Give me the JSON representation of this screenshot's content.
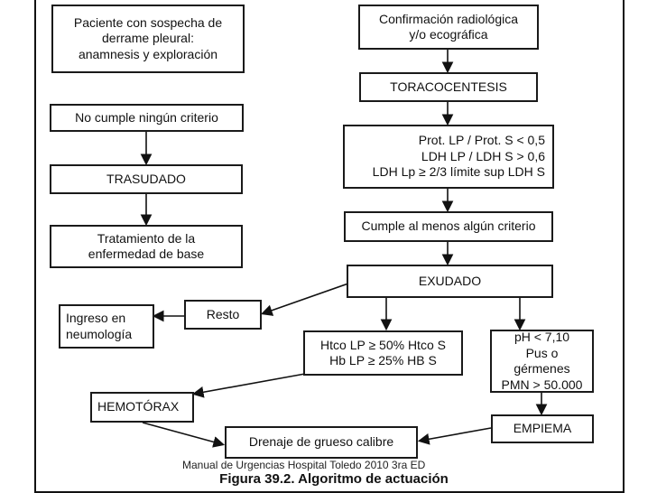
{
  "boxes": {
    "paciente": "Paciente con sospecha de\nderrame pleural:\nanamnesis y exploración",
    "confirmacion": "Confirmación radiológica\ny/o ecográfica",
    "toracocentesis": "TORACOCENTESIS",
    "no_cumple": "No cumple ningún criterio",
    "criterios": "Prot. LP / Prot. S < 0,5\nLDH LP / LDH S > 0,6\nLDH Lp ≥ 2/3 límite sup LDH S",
    "trasudado": "TRASUDADO",
    "cumple": "Cumple al menos algún criterio",
    "tratamiento": "Tratamiento de la\nenfermedad de base",
    "exudado": "EXUDADO",
    "ingreso": "Ingreso en\nneumología",
    "resto": "Resto",
    "hemotorax_criterio": "Htco LP ≥ 50% Htco S\nHb LP ≥ 25% HB S",
    "empiema_criterio": "pH < 7,10\nPus o gérmenes\nPMN > 50.000",
    "hemotorax": "HEMOTÓRAX",
    "empiema": "EMPIEMA",
    "drenaje": "Drenaje de grueso calibre"
  },
  "caption": "Figura 39.2. Algoritmo de actuación",
  "credit": "Manual de Urgencias Hospital Toledo 2010 3ra ED"
}
